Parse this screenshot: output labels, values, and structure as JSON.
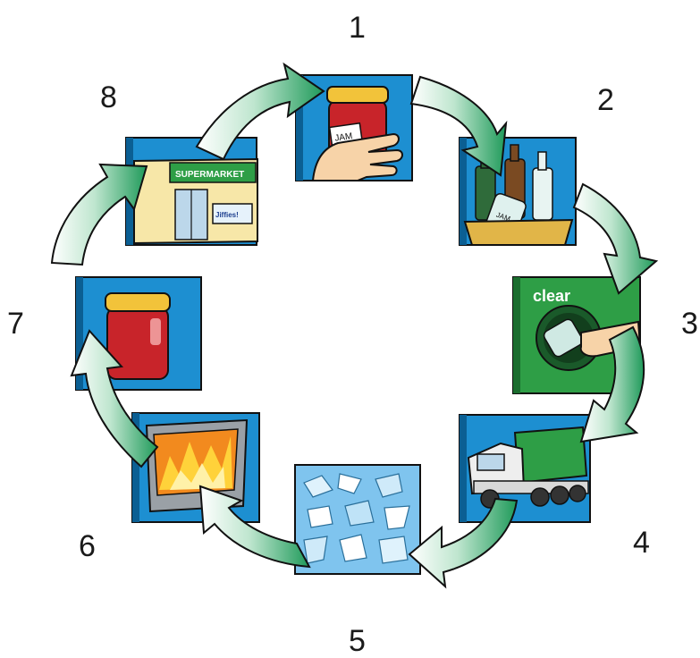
{
  "steps": [
    {
      "number": "1",
      "jar_label": "JAM"
    },
    {
      "number": "2",
      "jar_label": "JAM"
    },
    {
      "number": "3",
      "bin_label": "clear"
    },
    {
      "number": "4"
    },
    {
      "number": "5"
    },
    {
      "number": "6"
    },
    {
      "number": "7"
    },
    {
      "number": "8",
      "store_sign": "SUPERMARKET",
      "poster": "Jiffies!"
    }
  ],
  "colors": {
    "panel_blue": "#1d8fd1",
    "panel_green": "#2e9e46",
    "arrow_green": "#1f9a5a",
    "arrow_light": "#ffffff",
    "outline": "#111111"
  }
}
